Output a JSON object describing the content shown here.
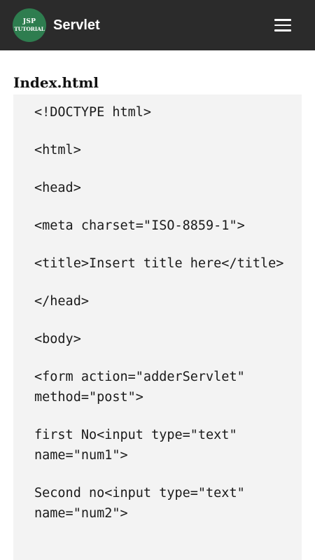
{
  "app_bar": {
    "logo_line1": "JSP",
    "logo_line2": "TUTORIAL",
    "title": "Servlet",
    "menu_icon": "hamburger-menu-icon"
  },
  "content": {
    "heading": "Index.html",
    "code_lines": [
      "<!DOCTYPE html>",
      "<html>",
      "<head>",
      "<meta charset=\"ISO-8859-1\">",
      "<title>Insert title here</title>",
      "</head>",
      "<body>",
      "<form action=\"adderServlet\" method=\"post\">",
      "first No<input type=\"text\" name=\"num1\">",
      "Second no<input type=\"text\" name=\"num2\">"
    ]
  },
  "colors": {
    "app_bar_bg": "#2b2b2b",
    "logo_bg": "#2e7d4f",
    "code_bg": "#f3f3f3"
  }
}
